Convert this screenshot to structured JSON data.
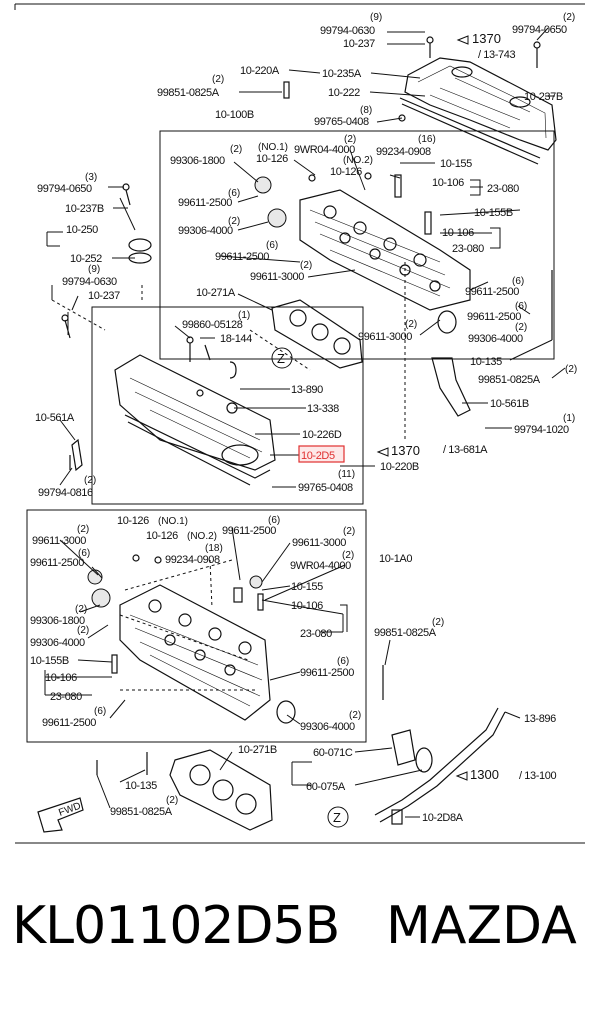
{
  "labels": {
    "l1": {
      "qty": "(9)",
      "code": "99794-0630"
    },
    "l2": {
      "code": "10-237"
    },
    "l3": {
      "qty": "(2)",
      "code": "99794-0650"
    },
    "l4": {
      "code": "10-220A"
    },
    "l5": {
      "code": "10-235A"
    },
    "l6": {
      "qty": "(2)",
      "code": "99851-0825A"
    },
    "l7": {
      "code": "10-222"
    },
    "l8": {
      "code": "10-100B"
    },
    "l9": {
      "qty": "(8)",
      "code": "99765-0408"
    },
    "l10": {
      "code": "10-237B"
    },
    "l11": {
      "qty": "(NO.1)",
      "code": "10-126"
    },
    "l12": {
      "qty": "(2)",
      "code": "9WR04-4000"
    },
    "l13": {
      "qty": "(16)",
      "code": "99234-0908"
    },
    "l14": {
      "qty": "(2)",
      "code": "99306-1800"
    },
    "l15": {
      "qty": "(NO.2)",
      "code": "10-126"
    },
    "l16": {
      "code": "10-155"
    },
    "l17": {
      "qty": "(3)",
      "code": "99794-0650"
    },
    "l18": {
      "code": "10-106"
    },
    "l19": {
      "code": "23-080"
    },
    "l20": {
      "qty": "(6)",
      "code": "99611-2500"
    },
    "l21": {
      "code": "10-237B"
    },
    "l22": {
      "code": "10-155B"
    },
    "l23": {
      "qty": "(2)",
      "code": "99306-4000"
    },
    "l24": {
      "code": "10-250"
    },
    "l25": {
      "code": "10-106"
    },
    "l26": {
      "code": "23-080"
    },
    "l27": {
      "qty": "(6)",
      "code": "99611-2500"
    },
    "l28": {
      "code": "10-252"
    },
    "l29": {
      "qty": "(9)",
      "code": "99794-0630"
    },
    "l30": {
      "qty": "(2)",
      "code": "99611-3000"
    },
    "l31": {
      "code": "10-237"
    },
    "l32": {
      "qty": "(6)",
      "code": "99611-2500"
    },
    "l33": {
      "code": "10-271A"
    },
    "l34": {
      "qty": "(6)",
      "code": "99611-2500"
    },
    "l35": {
      "qty": "(1)",
      "code": "99860-05128"
    },
    "l36": {
      "qty": "(2)",
      "code": "99611-3000"
    },
    "l37": {
      "qty": "(2)",
      "code": "99306-4000"
    },
    "l38": {
      "code": "18-144"
    },
    "l39": {
      "code": "10-135"
    },
    "l40": {
      "qty": "(2)",
      "code": "99851-0825A"
    },
    "l41": {
      "code": "13-890"
    },
    "l42": {
      "code": "13-338"
    },
    "l43": {
      "code": "10-561B"
    },
    "l44": {
      "code": "10-561A"
    },
    "l45": {
      "qty": "(1)",
      "code": "99794-1020"
    },
    "l46": {
      "code": "10-226D"
    },
    "l47": {
      "code": "10-2D5"
    },
    "l48": {
      "code": "13-681A"
    },
    "l49": {
      "code": "10-220B"
    },
    "l50": {
      "qty": "(11)",
      "code": "99765-0408"
    },
    "l51": {
      "qty": "(2)",
      "code": "99794-0816"
    },
    "l52": {
      "qty": "(NO.1)",
      "code": "10-126"
    },
    "l53": {
      "qty": "(6)",
      "code": "99611-2500"
    },
    "l54": {
      "qty": "(2)",
      "code": "99611-3000"
    },
    "l55": {
      "qty": "(NO.2)",
      "code": "10-126"
    },
    "l56": {
      "qty": "(2)",
      "code": "99611-3000"
    },
    "l57": {
      "qty": "(6)",
      "code": "99611-2500"
    },
    "l58": {
      "qty": "(18)",
      "code": "99234-0908"
    },
    "l59": {
      "qty": "(2)",
      "code": "9WR04-4000"
    },
    "l60": {
      "code": "10-1A0"
    },
    "l61": {
      "code": "10-155"
    },
    "l62": {
      "qty": "(2)",
      "code": "99306-1800"
    },
    "l63": {
      "code": "10-106"
    },
    "l64": {
      "qty": "(2)",
      "code": "99306-4000"
    },
    "l65": {
      "code": "23-080"
    },
    "l66": {
      "qty": "(2)",
      "code": "99851-0825A"
    },
    "l67": {
      "code": "10-155B"
    },
    "l68": {
      "code": "10-106"
    },
    "l69": {
      "qty": "(6)",
      "code": "99611-2500"
    },
    "l70": {
      "code": "23-080"
    },
    "l71": {
      "qty": "(6)",
      "code": "99611-2500"
    },
    "l72": {
      "qty": "(2)",
      "code": "99306-4000"
    },
    "l73": {
      "code": "13-896"
    },
    "l74": {
      "code": "10-271B"
    },
    "l75": {
      "code": "60-071C"
    },
    "l76": {
      "code": "13-100"
    },
    "l77": {
      "code": "10-135"
    },
    "l78": {
      "code": "60-075A"
    },
    "l79": {
      "qty": "(2)",
      "code": "99851-0825A"
    },
    "l80": {
      "code": "10-2D8A"
    }
  },
  "references": {
    "top": {
      "num": "1370",
      "code": "/ 13-743"
    },
    "mid": {
      "num": "1370",
      "code": "/ 13-681A"
    },
    "bottom": {
      "num": "1300",
      "code": "/ 13-100"
    }
  },
  "markers": {
    "z1": "Z",
    "z2": "Z",
    "fwd": "FWD"
  },
  "highlight_color": "#e03030",
  "footer": {
    "part_number": "KL01102D5B",
    "brand": "MAZDA"
  }
}
